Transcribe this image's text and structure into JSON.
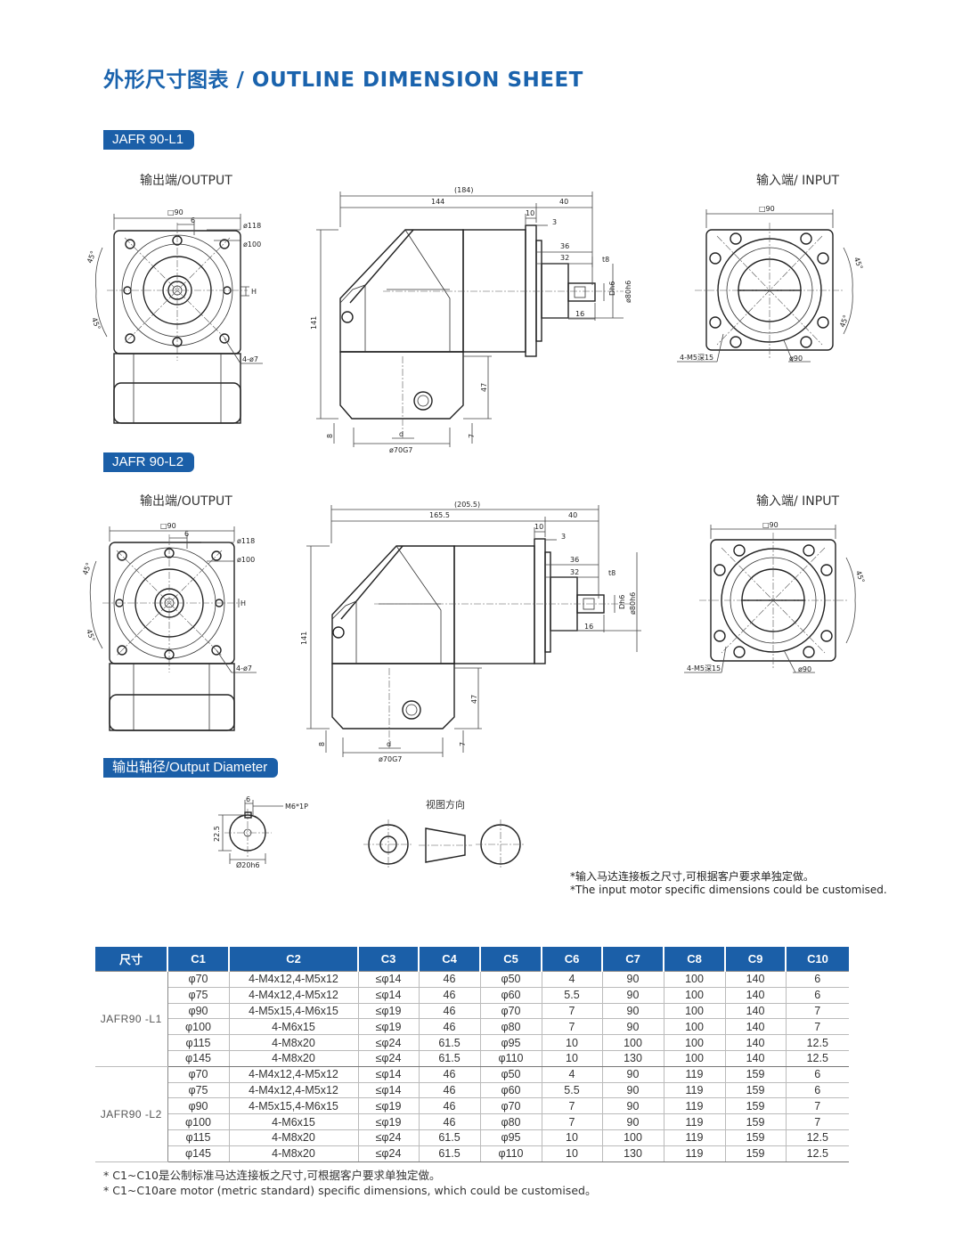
{
  "page": {
    "title": "外形尺寸图表 / OUTLINE DIMENSION SHEET",
    "sections": [
      {
        "badge": "JAFR 90-L1",
        "output_label": "输出端/OUTPUT",
        "input_label": "输入端/ INPUT"
      },
      {
        "badge": "JAFR 90-L2",
        "output_label": "输出端/OUTPUT",
        "input_label": "输入端/ INPUT"
      }
    ],
    "output_diameter_badge": "输出轴径/Output Diameter",
    "view_direction_label": "视图方向",
    "custom_note": [
      "*输入马达连接板之尺寸,可根据客户要求单独定做。",
      "*The input motor specific dimensions could be customised."
    ],
    "footnote": [
      "* C1~C10是公制标准马达连接板之尺寸,可根据客户要求单独定做。",
      "* C1~C10are motor (metric standard) specific dimensions, which could be customised。"
    ]
  },
  "drawings": {
    "l1": {
      "front": {
        "sq": "□90",
        "d6": "6",
        "d118": "ø118",
        "d100": "ø100",
        "h": "H",
        "holes": "4-ø7",
        "a1": "45°",
        "a2": "45°"
      },
      "side": {
        "total": "(184)",
        "d144": "144",
        "d40": "40",
        "d10": "10",
        "d3": "3",
        "d36": "36",
        "d32": "32",
        "t8": "t8",
        "d141": "141",
        "d47": "47",
        "d8": "8",
        "d7": "7",
        "dd": "d",
        "g70": "ø70G7",
        "d16": "16",
        "dh": "Dh6",
        "d80": "ø80h6"
      },
      "input": {
        "sq": "□90",
        "screws": "4-M5深15",
        "d90": "ø90",
        "a1": "45°",
        "a2": "45°"
      }
    },
    "l2": {
      "front": {
        "sq": "□90",
        "d6": "6",
        "d118": "ø118",
        "d100": "ø100",
        "h": "H",
        "holes": "4-ø7",
        "a1": "45°",
        "a2": "45°"
      },
      "side": {
        "total": "(205.5)",
        "d165": "165.5",
        "d40": "40",
        "d10": "10",
        "d3": "3",
        "d36": "36",
        "d32": "32",
        "t8": "t8",
        "d141": "141",
        "d47": "47",
        "d8": "8",
        "d7": "7",
        "dd": "d",
        "g70": "ø70G7",
        "d16": "16",
        "dh": "Dh6",
        "d80": "ø80h6"
      },
      "input": {
        "sq": "□90",
        "screws": "4-M5深15",
        "d90": "ø90",
        "a1": "45°"
      }
    },
    "shaft": {
      "d6": "6",
      "m6": "M6*1P",
      "d22": "22.5",
      "d20": "Ø20h6"
    }
  },
  "table": {
    "headers": [
      "尺寸",
      "C1",
      "C2",
      "C3",
      "C4",
      "C5",
      "C6",
      "C7",
      "C8",
      "C9",
      "C10"
    ],
    "groups": [
      {
        "model": "JAFR90 -L1",
        "rows": [
          [
            "φ70",
            "4-M4x12,4-M5x12",
            "≤φ14",
            "46",
            "φ50",
            "4",
            "90",
            "100",
            "140",
            "6"
          ],
          [
            "φ75",
            "4-M4x12,4-M5x12",
            "≤φ14",
            "46",
            "φ60",
            "5.5",
            "90",
            "100",
            "140",
            "6"
          ],
          [
            "φ90",
            "4-M5x15,4-M6x15",
            "≤φ19",
            "46",
            "φ70",
            "7",
            "90",
            "100",
            "140",
            "7"
          ],
          [
            "φ100",
            "4-M6x15",
            "≤φ19",
            "46",
            "φ80",
            "7",
            "90",
            "100",
            "140",
            "7"
          ],
          [
            "φ115",
            "4-M8x20",
            "≤φ24",
            "61.5",
            "φ95",
            "10",
            "100",
            "100",
            "140",
            "12.5"
          ],
          [
            "φ145",
            "4-M8x20",
            "≤φ24",
            "61.5",
            "φ110",
            "10",
            "130",
            "100",
            "140",
            "12.5"
          ]
        ]
      },
      {
        "model": "JAFR90 -L2",
        "rows": [
          [
            "φ70",
            "4-M4x12,4-M5x12",
            "≤φ14",
            "46",
            "φ50",
            "4",
            "90",
            "119",
            "159",
            "6"
          ],
          [
            "φ75",
            "4-M4x12,4-M5x12",
            "≤φ14",
            "46",
            "φ60",
            "5.5",
            "90",
            "119",
            "159",
            "6"
          ],
          [
            "φ90",
            "4-M5x15,4-M6x15",
            "≤φ19",
            "46",
            "φ70",
            "7",
            "90",
            "119",
            "159",
            "7"
          ],
          [
            "φ100",
            "4-M6x15",
            "≤φ19",
            "46",
            "φ80",
            "7",
            "90",
            "119",
            "159",
            "7"
          ],
          [
            "φ115",
            "4-M8x20",
            "≤φ24",
            "61.5",
            "φ95",
            "10",
            "100",
            "119",
            "159",
            "12.5"
          ],
          [
            "φ145",
            "4-M8x20",
            "≤φ24",
            "61.5",
            "φ110",
            "10",
            "130",
            "119",
            "159",
            "12.5"
          ]
        ]
      }
    ]
  }
}
